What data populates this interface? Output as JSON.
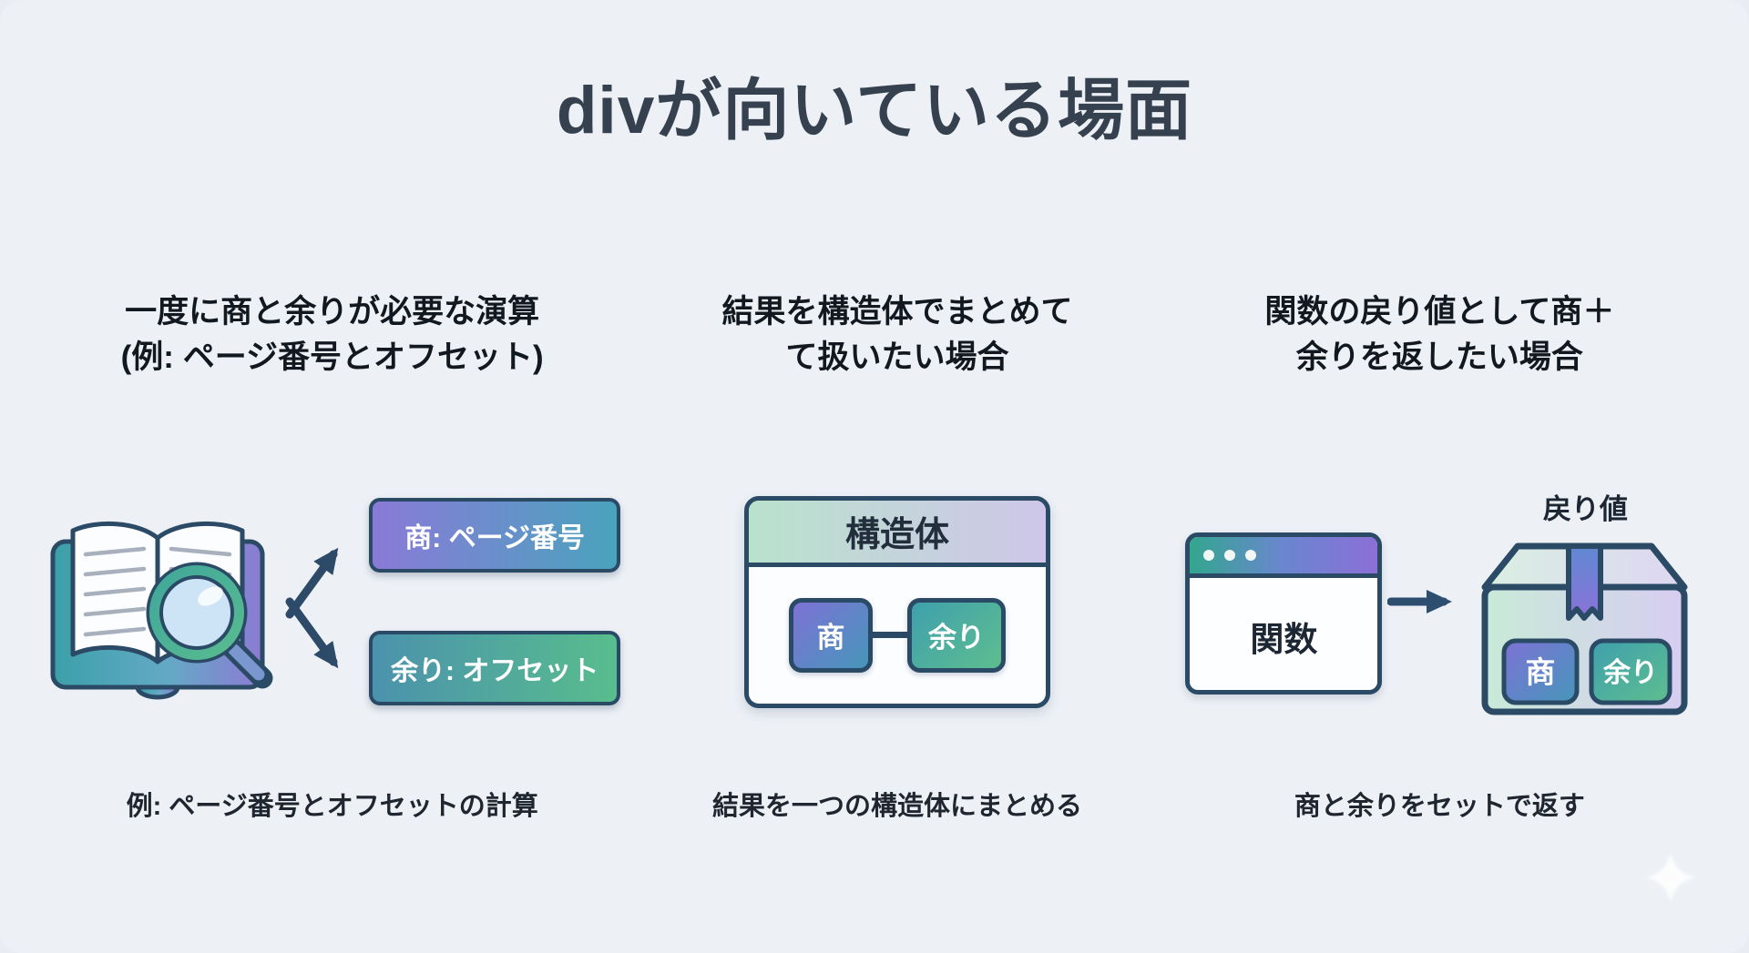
{
  "title": "divが向いている場面",
  "columns": [
    {
      "heading_line1": "一度に商と余りが必要な演算",
      "heading_line2": "(例: ページ番号とオフセット)",
      "badge_quotient": "商: ページ番号",
      "badge_remainder": "余り: オフセット",
      "caption": "例: ページ番号とオフセットの計算"
    },
    {
      "heading_line1": "結果を構造体でまとめて",
      "heading_line2": "て扱いたい場合",
      "struct_title": "構造体",
      "chip_quotient": "商",
      "chip_remainder": "余り",
      "caption": "結果を一つの構造体にまとめる"
    },
    {
      "heading_line1": "関数の戻り値として商＋",
      "heading_line2": "余りを返したい場合",
      "window_label": "関数",
      "box_label": "戻り値",
      "chip_quotient": "商",
      "chip_remainder": "余り",
      "caption": "商と余りをセットで返す"
    }
  ],
  "icons": {
    "left_illustration": "open-book-with-magnifier-icon",
    "left_arrows": "diverging-arrows-icon",
    "window": "app-window-icon",
    "flow_arrow": "right-arrow-icon",
    "package": "open-box-icon",
    "watermark": "sparkle-icon"
  },
  "colors": {
    "background": "#edf1f6",
    "outline_navy": "#2b4a66",
    "title_text": "#36414f",
    "quotient_gradient": [
      "#8a7ad8",
      "#4aa3bd"
    ],
    "remainder_gradient": [
      "#4b92ad",
      "#58bd8d"
    ],
    "struct_header_gradient": [
      "#b9e2cc",
      "#cfc6e9"
    ],
    "window_bar_gradient": [
      "#33a68e",
      "#8b6fd7"
    ]
  }
}
